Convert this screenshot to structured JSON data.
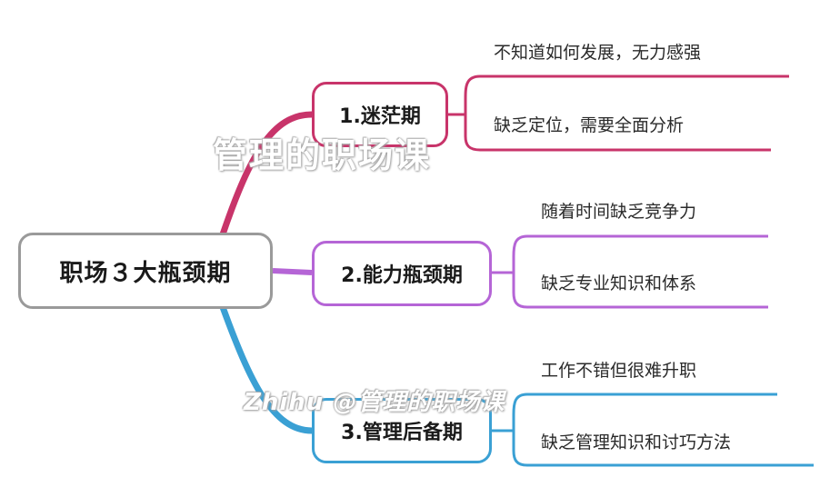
{
  "colors": {
    "root_border": "#9a9a9a",
    "branch1": "#c8346a",
    "branch2": "#b565d6",
    "branch3": "#3aa0d4",
    "background": "#ffffff"
  },
  "root": {
    "label": "职场３大瓶颈期"
  },
  "branches": [
    {
      "label": "1.迷茫期",
      "leaves": [
        "不知道如何发展，无力感强",
        "缺乏定位，需要全面分析"
      ]
    },
    {
      "label": "2.能力瓶颈期",
      "leaves": [
        "随着时间缺乏竞争力",
        "缺乏专业知识和体系"
      ]
    },
    {
      "label": "3.管理后备期",
      "leaves": [
        "工作不错但很难升职",
        "缺乏管理知识和讨巧方法"
      ]
    }
  ],
  "watermarks": {
    "center": "管理的职场课",
    "lower": "Zhihu @管理的职场课"
  }
}
